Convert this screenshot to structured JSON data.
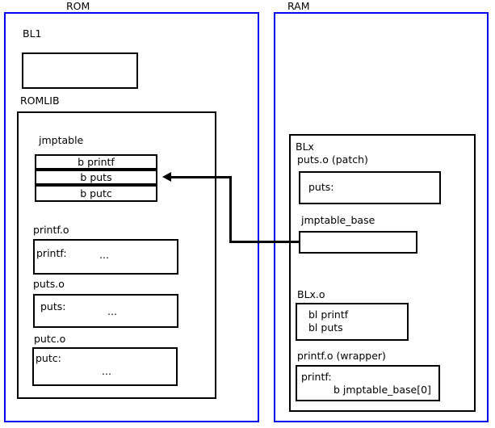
{
  "diagram": {
    "regions": [
      {
        "id": "rom",
        "label": "ROM"
      },
      {
        "id": "ram",
        "label": "RAM"
      }
    ],
    "rom": {
      "bl1": {
        "label": "BL1",
        "body": ""
      },
      "romlib": {
        "label": "ROMLIB",
        "jmptable": {
          "label": "jmptable",
          "rows": [
            "b printf",
            "b puts",
            "b putc"
          ]
        },
        "objects": [
          {
            "label": "printf.o",
            "symbol": "printf:",
            "body": "..."
          },
          {
            "label": "puts.o",
            "symbol": "puts:",
            "body": "..."
          },
          {
            "label": "putc.o",
            "symbol": "putc:",
            "body": "..."
          }
        ]
      }
    },
    "ram": {
      "blx": {
        "label": "BLx",
        "puts_patch": {
          "label": "puts.o (patch)",
          "symbol": "puts:"
        },
        "jmptable_base": {
          "label": "jmptable_base",
          "body": ""
        },
        "blx_o": {
          "label": "BLx.o",
          "line1": "bl printf",
          "line2": "bl puts"
        },
        "printf_wrapper": {
          "label": "printf.o (wrapper)",
          "symbol": "printf:",
          "instruction": "b jmptable_base[0]"
        }
      }
    },
    "connector": {
      "name": "jmptable-base-to-jmptable-puts-arrow",
      "description": "arrow from jmptable_base in RAM to the 'b puts' entry of jmptable in ROM"
    },
    "colors": {
      "region_border": "#0000ee",
      "box_border": "#000000",
      "text": "#000000",
      "background": "#ffffff"
    }
  }
}
